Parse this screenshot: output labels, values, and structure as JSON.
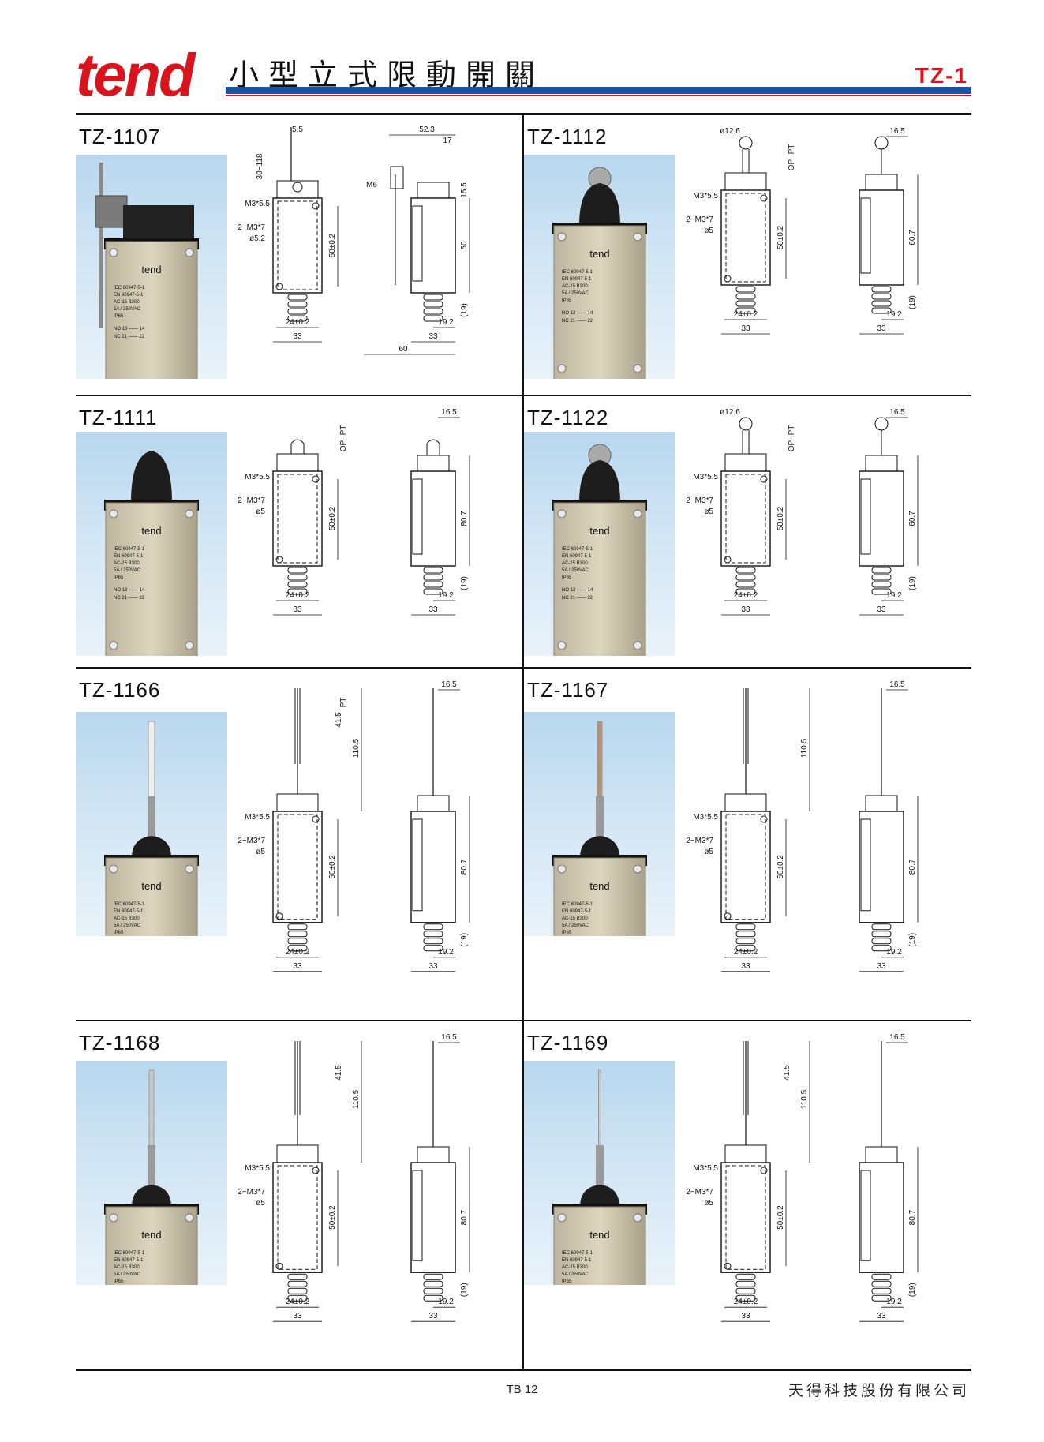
{
  "header": {
    "logo": "tend",
    "title": "小型立式限動開關",
    "series_code": "TZ-1"
  },
  "products": [
    {
      "model": "TZ-1107",
      "type": "lever",
      "dims": {
        "top": "5.5",
        "w_total": "52.3",
        "offset": "17",
        "range": "30~118",
        "h_top": "15.5",
        "h_body": "50",
        "h_side": "(19)",
        "bottom_a": "19.2",
        "bottom_b": "33",
        "bottom_total": "60",
        "mount": "24±0.2",
        "width": "33",
        "screw1": "M3*5.5",
        "screw2": "2−M3*7",
        "hole": "ø5.2",
        "pitch": "50±0.2",
        "thread": "M6"
      }
    },
    {
      "model": "TZ-1112",
      "type": "roller",
      "dims": {
        "dia": "ø12.6",
        "pt": "PT",
        "op": "OP",
        "side_w": "16.5",
        "h_total": "60.7",
        "h_side": "(19)",
        "bottom_a": "19.2",
        "bottom_b": "33",
        "mount": "24±0.2",
        "width": "33",
        "screw1": "M3*5.5",
        "screw2": "2−M3*7",
        "hole": "ø5",
        "pitch": "50±0.2"
      }
    },
    {
      "model": "TZ-1111",
      "type": "plunger",
      "dims": {
        "pt": "PT",
        "op": "OP",
        "side_w": "16.5",
        "h_total": "80.7",
        "h_side": "(19)",
        "bottom_a": "19.2",
        "bottom_b": "33",
        "mount": "24±0.2",
        "width": "33",
        "screw1": "M3*5.5",
        "screw2": "2−M3*7",
        "hole": "ø5",
        "pitch": "50±0.2"
      }
    },
    {
      "model": "TZ-1122",
      "type": "roller-plunger",
      "dims": {
        "dia": "ø12.6",
        "pt": "PT",
        "op": "OP",
        "side_w": "16.5",
        "h_total": "60.7",
        "h_side": "(19)",
        "bottom_a": "19.2",
        "bottom_b": "33",
        "mount": "24±0.2",
        "width": "33",
        "screw1": "M3*5.5",
        "screw2": "2−M3*7",
        "hole": "ø5",
        "pitch": "50±0.2"
      }
    },
    {
      "model": "TZ-1166",
      "type": "spring-white",
      "dims": {
        "pt": "PT",
        "h_tip": "41.5",
        "h_rod": "110.5",
        "side_w": "16.5",
        "h_total": "80.7",
        "h_side": "(19)",
        "bottom_a": "19.2",
        "bottom_b": "33",
        "mount": "24±0.2",
        "width": "33",
        "screw1": "M3*5.5",
        "screw2": "2−M3*7",
        "hole": "ø5",
        "pitch": "50±0.2"
      }
    },
    {
      "model": "TZ-1167",
      "type": "coil",
      "dims": {
        "h_rod": "110.5",
        "side_w": "16.5",
        "h_total": "80.7",
        "h_side": "(19)",
        "bottom_a": "19.2",
        "bottom_b": "33",
        "mount": "24±0.2",
        "width": "33",
        "screw1": "M3*5.5",
        "screw2": "2−M3*7",
        "hole": "ø5",
        "pitch": "50±0.2"
      }
    },
    {
      "model": "TZ-1168",
      "type": "spring-rod",
      "dims": {
        "h_tip": "41.5",
        "h_rod": "110.5",
        "side_w": "16.5",
        "h_total": "80.7",
        "h_side": "(19)",
        "bottom_a": "19.2",
        "bottom_b": "33",
        "mount": "24±0.2",
        "width": "33",
        "screw1": "M3*5.5",
        "screw2": "2−M3*7",
        "hole": "ø5",
        "pitch": "50±0.2"
      }
    },
    {
      "model": "TZ-1169",
      "type": "spring-wire",
      "dims": {
        "h_tip": "41.5",
        "h_rod": "110.5",
        "side_w": "16.5",
        "h_total": "80.7",
        "h_side": "(19)",
        "bottom_a": "19.2",
        "bottom_b": "33",
        "mount": "24±0.2",
        "width": "33",
        "screw1": "M3*5.5",
        "screw2": "2−M3*7",
        "hole": "ø5",
        "pitch": "50±0.2"
      }
    }
  ],
  "label_plate": {
    "brand": "tend",
    "lines": [
      "IEC 60947-5-1",
      "EN 60947-5-1",
      "AC-15 B300",
      "5A / 250VAC",
      "IP65"
    ],
    "contacts": [
      "NO 13 —— 14",
      "NC 21 —— 22"
    ]
  },
  "footer": {
    "page": "TB 12",
    "company": "天得科技股份有限公司"
  }
}
